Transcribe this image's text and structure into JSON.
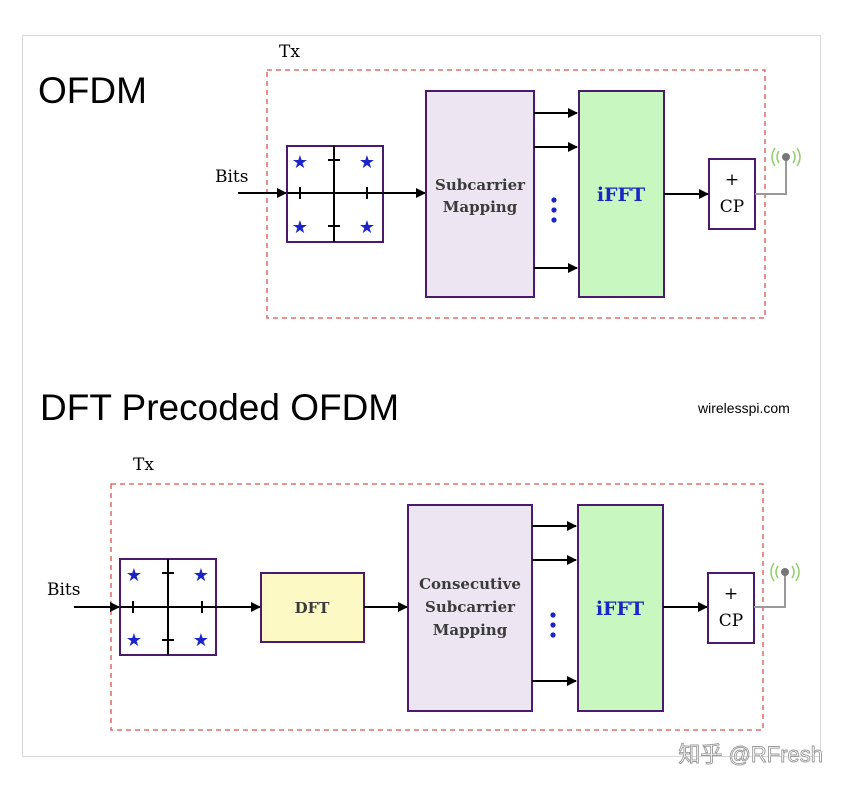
{
  "ofdm": {
    "heading": "OFDM",
    "tx_label": "Tx",
    "input_label": "Bits",
    "mapper_label_line1": "Subcarrier",
    "mapper_label_line2": "Mapping",
    "ifft_label": "iFFT",
    "cp_label_line1": "+",
    "cp_label_line2": "CP"
  },
  "dft_ofdm": {
    "heading": "DFT Precoded OFDM",
    "tx_label": "Tx",
    "input_label": "Bits",
    "dft_label": "DFT",
    "mapper_label_line1": "Consecutive",
    "mapper_label_line2": "Subcarrier",
    "mapper_label_line3": "Mapping",
    "ifft_label": "iFFT",
    "cp_label_line1": "+",
    "cp_label_line2": "CP"
  },
  "source_credit": "wirelesspi.com",
  "watermark": "知乎 @RFresh",
  "colors": {
    "tx_border": "#d9534f",
    "block_border": "#4b1a6e",
    "mapper_fill": "#ede6f2",
    "ifft_fill": "#c8f7c0",
    "dft_fill": "#fdf9c4",
    "ifft_text": "#1a24c8",
    "star": "#1a24c8",
    "antenna_waves": "#8fcf6a"
  }
}
